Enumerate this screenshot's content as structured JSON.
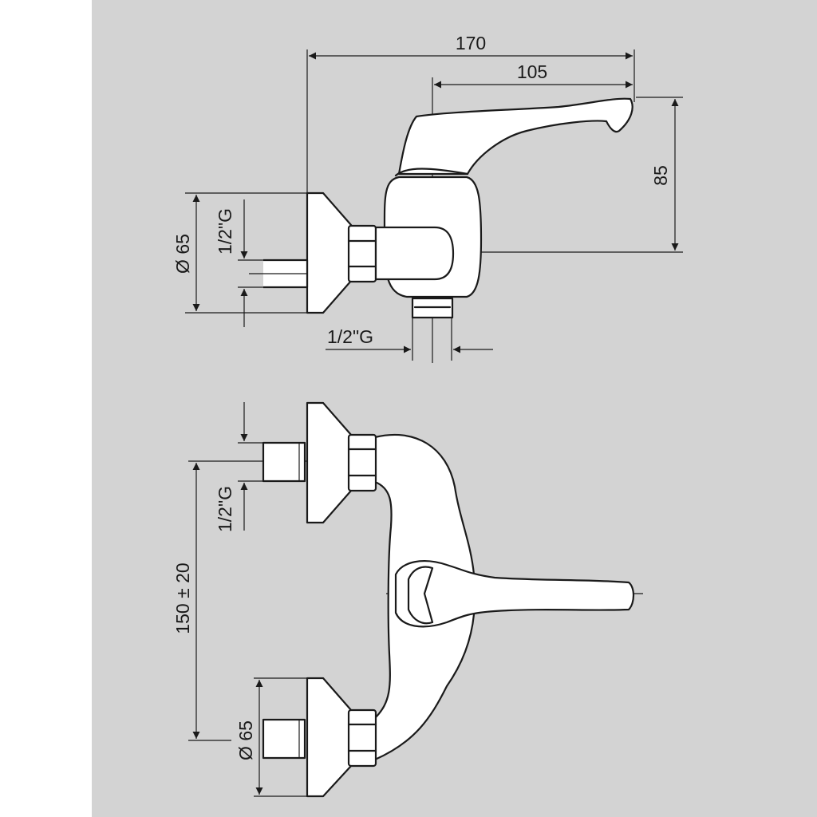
{
  "colors": {
    "sheet_background": "#d3d3d3",
    "line": "#1a1a1a",
    "fill": "#ffffff"
  },
  "top_view": {
    "dim_overall_length": "170",
    "dim_spout_length": "105",
    "dim_height": "85",
    "dim_flange_diameter": "Ø 65",
    "dim_inlet_thread": "1/2\"G",
    "dim_outlet_thread": "1/2\"G"
  },
  "front_view": {
    "dim_inlet_thread": "1/2\"G",
    "dim_center_distance": "150 ± 20",
    "dim_flange_diameter": "Ø 65"
  }
}
